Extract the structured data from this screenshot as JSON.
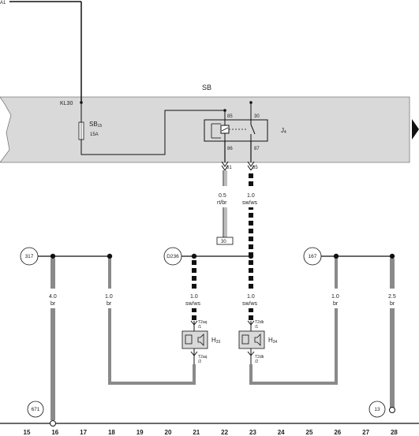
{
  "header": {
    "top_left_label": "A1",
    "fuse_box_label": "SB"
  },
  "fuse": {
    "terminal": "KL30",
    "name": "SB",
    "number": "15",
    "rating": "15A"
  },
  "relay": {
    "name": "J",
    "number": "4",
    "pin_85": "85",
    "pin_86": "86",
    "pin_30": "30",
    "pin_87": "87"
  },
  "connectors": {
    "left_out": "61",
    "right_out": "65"
  },
  "wires": {
    "relay_left": {
      "size": "0.5",
      "color": "rt/br"
    },
    "relay_right": {
      "size": "1.0",
      "color": "sw/ws"
    },
    "ground_317": {
      "size": "4.0",
      "color": "br"
    },
    "br_18": {
      "size": "1.0",
      "color": "br"
    },
    "horn1_feed": {
      "size": "1.0",
      "color": "sw/ws"
    },
    "horn2_feed": {
      "size": "1.0",
      "color": "sw/ws"
    },
    "br_26": {
      "size": "1.0",
      "color": "br"
    },
    "ground_167": {
      "size": "2.5",
      "color": "br"
    }
  },
  "reference_box": "30",
  "references": {
    "ground_left": "317",
    "junction_mid": "D236",
    "ground_right": "167",
    "bottom_left": "671",
    "bottom_right": "13"
  },
  "horns": [
    {
      "name": "H",
      "number": "33",
      "top_conn": "T2aq",
      "top_pin": "/1",
      "bottom_conn": "T2aq",
      "bottom_pin": "/2"
    },
    {
      "name": "H",
      "number": "34",
      "top_conn": "T2db",
      "top_pin": "/1",
      "bottom_conn": "T2db",
      "bottom_pin": "/2"
    }
  ],
  "track_numbers": [
    "15",
    "16",
    "17",
    "18",
    "19",
    "20",
    "21",
    "22",
    "23",
    "24",
    "25",
    "26",
    "27",
    "28"
  ],
  "colors": {
    "shaded_area": "#d9d9d9",
    "brown_wire": "#8a8a8a",
    "black": "#111111"
  }
}
